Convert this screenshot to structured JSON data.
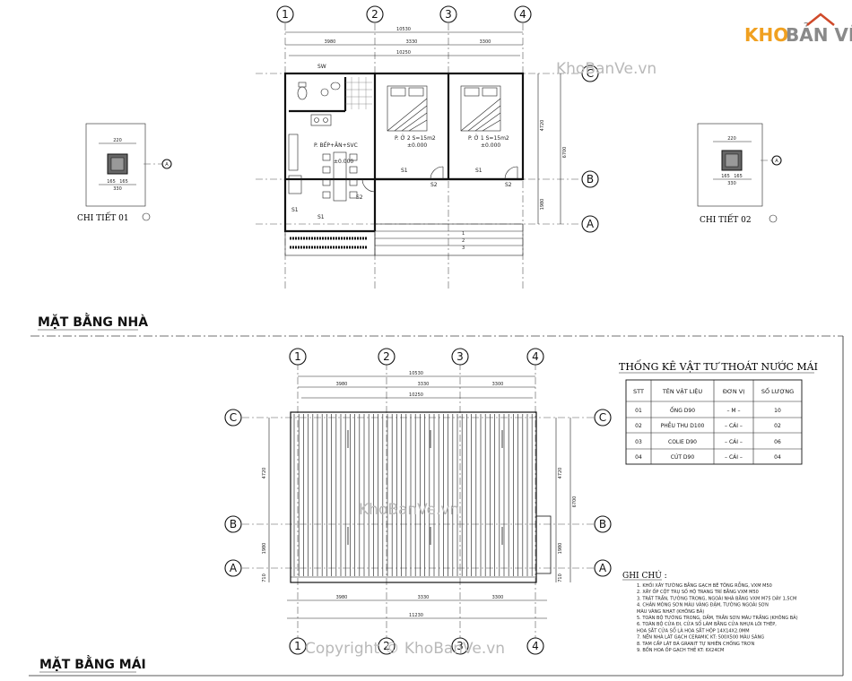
{
  "logo": {
    "part1": "KHO",
    "part2": "BẢN VẼ"
  },
  "watermarks": [
    "KhoBanVe.vn",
    "KhoBanVe.vn"
  ],
  "copyright": "Copyright © KhoBanVe.vn",
  "axes": {
    "columns": [
      "1",
      "2",
      "3",
      "4"
    ],
    "rows": [
      "A",
      "B",
      "C"
    ]
  },
  "floor_plan": {
    "title": "MẶT BẰNG NHÀ",
    "dims_top": [
      "3980",
      "3330",
      "3300"
    ],
    "dim_total": "10530",
    "dim_inner": "10250",
    "dims_right": [
      "4720",
      "1980"
    ],
    "dim_right_total": "6700",
    "room_kitchen": "P. BẾP+ĂN+SVC",
    "room_bed2": "P. Ở 2  S=15m2",
    "room_bed1": "P. Ở 1  S=15m2",
    "level": "±0.000",
    "tags": [
      "S1",
      "S1",
      "S1",
      "S1",
      "S2",
      "S2",
      "S2",
      "SW"
    ],
    "detail_1": "CHI TIẾT 01",
    "detail_2": "CHI TIẾT 02",
    "detail_dims": [
      "220",
      "330",
      "165",
      "165"
    ],
    "detail_axis": "A"
  },
  "roof_plan": {
    "title": "MẶT BẰNG MÁI",
    "dims_top": [
      "3980",
      "3330",
      "3300"
    ],
    "dim_total": "10530",
    "dim_inner": "10250",
    "dims_bottom": [
      "3980",
      "3330",
      "3300"
    ],
    "dim_bottom_total": "11230",
    "dims_left": [
      "4720",
      "1980",
      "710"
    ],
    "dims_right": [
      "4720",
      "1980",
      "710"
    ],
    "dim_right_total": "6700"
  },
  "material_table": {
    "title": "THỐNG KÊ VẬT TƯ THOÁT NƯỚC MÁI",
    "headers": [
      "STT",
      "TÊN VẬT LIỆU",
      "ĐƠN VỊ",
      "SỐ LƯỢNG"
    ],
    "rows": [
      [
        "01",
        "ỐNG D90",
        "– M –",
        "10"
      ],
      [
        "02",
        "PHỄU THU D100",
        "– CÁI –",
        "02"
      ],
      [
        "03",
        "COLIE D90",
        "– CÁI –",
        "06"
      ],
      [
        "04",
        "CÚT D90",
        "– CÁI –",
        "04"
      ]
    ]
  },
  "notes": {
    "title": "GHI CHÚ :",
    "lines": [
      "1. KHỐI XÂY TƯỜNG BẰNG GẠCH BÊ TÔNG RỖNG, VXM M50",
      "2. XÂY ỐP CỘT TRỤ SỐ HỘ TRANG TRÍ BẰNG VXM M50",
      "3. TRÁT TRẦN, TƯỜNG TRONG, NGOÀI NHÀ BẰNG VXM M75 DÀY 1,5CM",
      "4. CHÂN MÓNG SƠN MÀU VÀNG ĐẬM, TƯỜNG NGOÀI SƠN",
      "MÀU VÀNG NHẠT (KHÔNG BẢ)",
      "5. TOÀN BỘ TƯỜNG TRONG, DẦM, TRẦN SƠN MÀU TRẮNG (KHÔNG BẢ)",
      "6. TOÀN BỘ CỬA ĐI, CỬA SỔ LÀM BẰNG CỬA NHỰA LÕI THÉP,",
      "HOA SẮT CỬA SỔ LÀ HOA SẮT HỘP 14X14X2.0MM",
      "7. NỀN NHÀ LÁT GẠCH CERAMIC KT: 500X500 MÀU SÁNG",
      "8. TAM CẤP LÁT ĐÁ GRANIT TỰ NHIÊN CHỐNG TRƠN",
      "9. BỒN HOA ỐP GẠCH THẺ KT: 6X24CM"
    ]
  },
  "stairs_numbers": [
    "1",
    "2",
    "3"
  ]
}
